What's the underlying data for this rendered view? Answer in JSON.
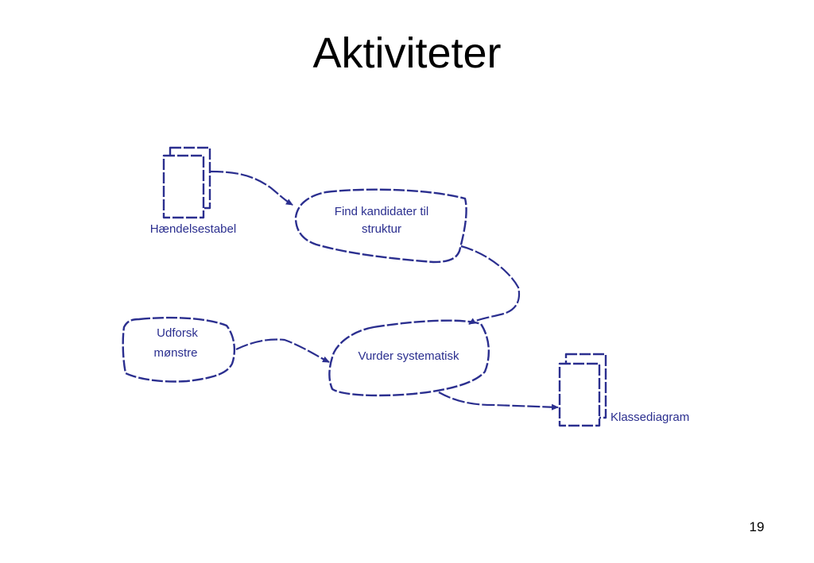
{
  "slide": {
    "title": "Aktiviteter",
    "page_number": "19"
  },
  "diagram": {
    "nodes": {
      "haendelsestabel": {
        "label": "Hændelsestabel"
      },
      "find_kandidater": {
        "line1": "Find kandidater til",
        "line2": "struktur"
      },
      "udforsk": {
        "line1": "Udforsk",
        "line2": "mønstre"
      },
      "vurder": {
        "label": "Vurder systematisk"
      },
      "klassediagram": {
        "label": "Klassediagram"
      }
    }
  },
  "colors": {
    "diagram_stroke": "#2b2f8f",
    "text": "#000000"
  }
}
